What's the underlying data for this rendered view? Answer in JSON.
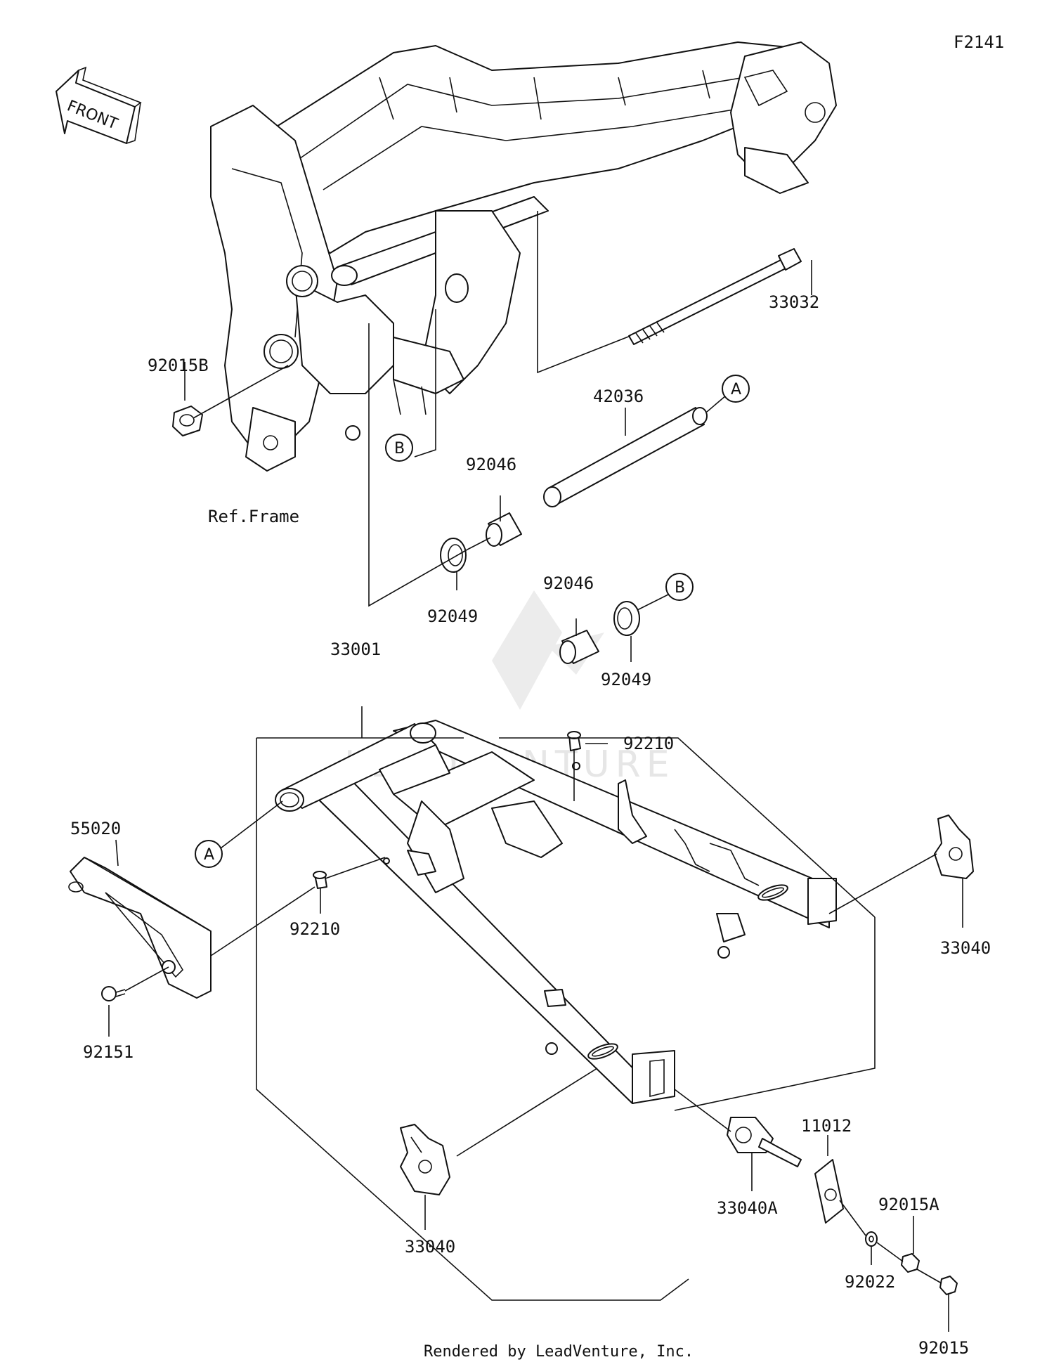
{
  "diagram_id": "F2141",
  "front_label": "FRONT",
  "footer": "Rendered by LeadVenture, Inc.",
  "watermark": "LEADVENTURE",
  "ref_label": "Ref.Frame",
  "parts": {
    "p33032": "33032",
    "p92015B": "92015B",
    "p42036": "42036",
    "p92046a": "92046",
    "p92049a": "92049",
    "p92046b": "92046",
    "p92049b": "92049",
    "p33001": "33001",
    "p92210a": "92210",
    "p55020": "55020",
    "p92210b": "92210",
    "p33040a": "33040",
    "p92151": "92151",
    "p11012": "11012",
    "p33040A": "33040A",
    "p92015A": "92015A",
    "p33040b": "33040",
    "p92022": "92022",
    "p92015": "92015"
  },
  "refs": {
    "A": "A",
    "B": "B"
  },
  "colors": {
    "line": "#111111",
    "background": "#ffffff",
    "watermark": "#e6e6e6"
  }
}
